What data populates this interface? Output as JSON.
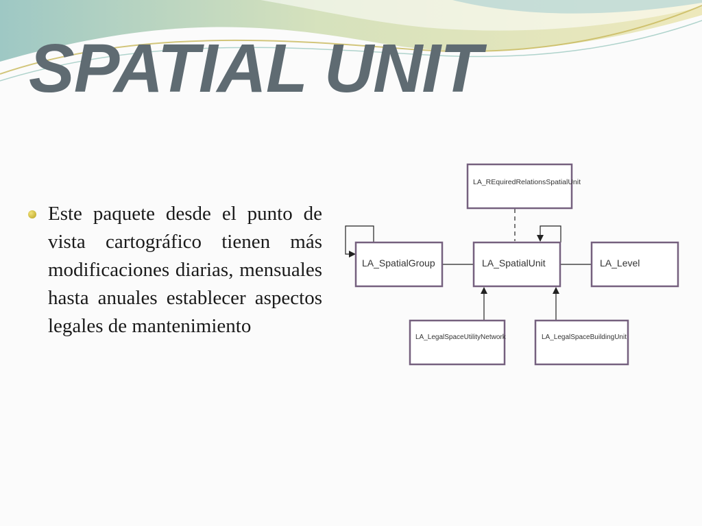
{
  "slide": {
    "title": "SPATIAL UNIT",
    "bullet_text": "Este paquete desde el punto de vista cartográfico tienen más modificaciones diarias, mensuales hasta anuales establecer aspectos legales de mantenimiento"
  },
  "diagram": {
    "boxes": {
      "required_relations": "LA_REquiredRelationsSpatialUnit",
      "spatial_group": "LA_SpatialGroup",
      "spatial_unit": "LA_SpatialUnit",
      "level": "LA_Level",
      "utility_network": "LA_LegalSpaceUtilityNetwork",
      "building_unit": "LA_LegalSpaceBuildingUnit"
    }
  },
  "colors": {
    "title": "#5f6b72",
    "box_border": "#75607e",
    "bullet": "#c9b53a"
  }
}
